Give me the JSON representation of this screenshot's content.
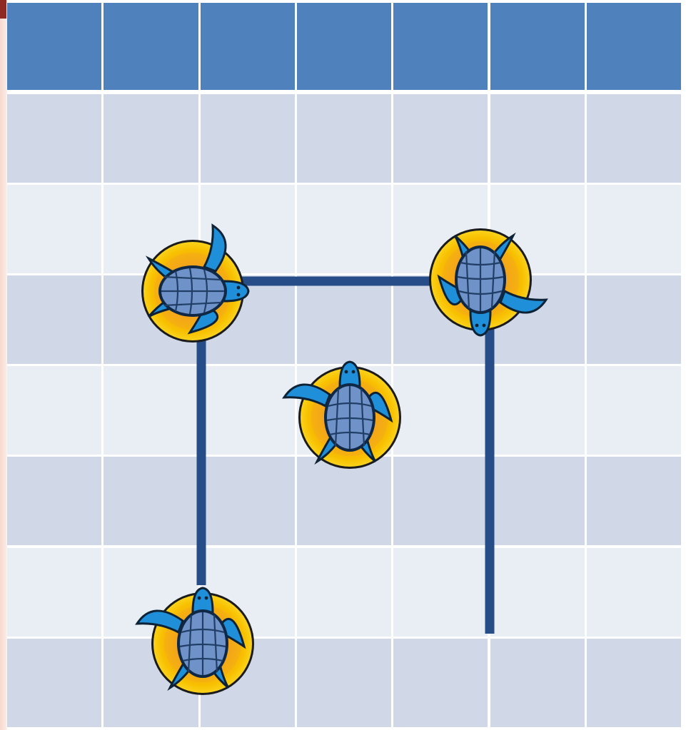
{
  "board": {
    "columns": 7,
    "header_rows": 1,
    "body_rows": 7,
    "header_color": "#4f81bd",
    "band_color_a": "#d0d8e8",
    "band_color_b": "#e9edf4",
    "cell_text": []
  },
  "path": {
    "color": "#264d87",
    "description_nodes": [
      "turtle-bottom-left",
      "turtle-top-left",
      "turtle-top-right",
      "end-bottom-right"
    ]
  },
  "pieces": [
    {
      "name": "turtle-bottom-left",
      "icon": "sea-turtle-icon",
      "heading": "up"
    },
    {
      "name": "turtle-top-left",
      "icon": "sea-turtle-icon",
      "heading": "right"
    },
    {
      "name": "turtle-top-right",
      "icon": "sea-turtle-icon",
      "heading": "down"
    },
    {
      "name": "turtle-center",
      "icon": "sea-turtle-icon",
      "heading": "up"
    }
  ]
}
